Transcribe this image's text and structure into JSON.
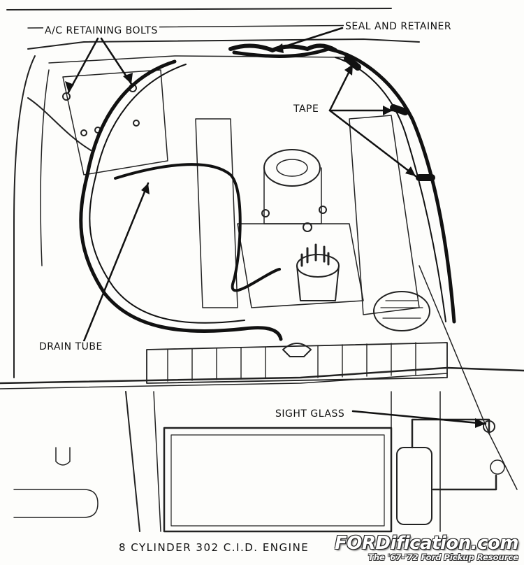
{
  "labels": {
    "ac_retaining_bolts": "A/C RETAINING BOLTS",
    "seal_and_retainer": "SEAL AND RETAINER",
    "tape": "TAPE",
    "drain_tube": "DRAIN TUBE",
    "sight_glass": "SIGHT GLASS"
  },
  "caption": "8 CYLINDER  302 C.I.D. ENGINE",
  "watermark": {
    "name": "FORDification.com",
    "tagline": "The '67-'72 Ford Pickup Resource"
  }
}
